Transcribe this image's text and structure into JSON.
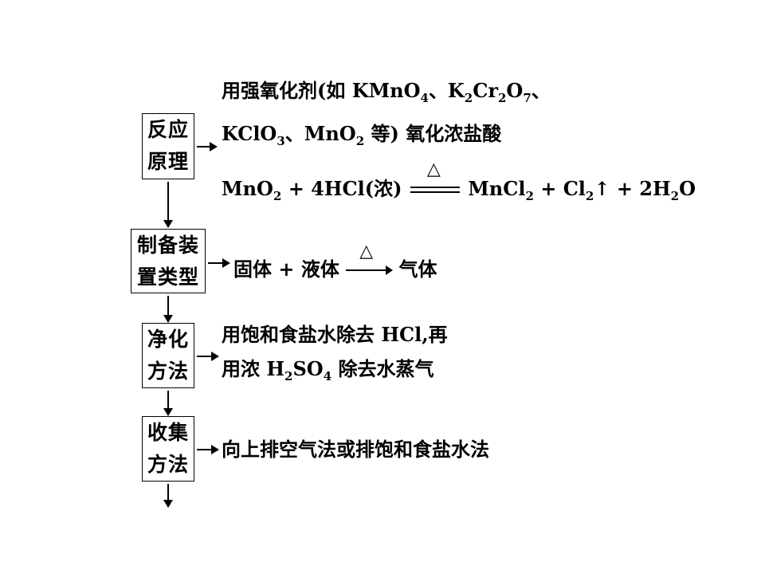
{
  "boxes": {
    "reaction_principle": [
      "反应",
      "原理"
    ],
    "apparatus_type": [
      "制备装",
      "置类型"
    ],
    "purification_method": [
      "净化",
      "方法"
    ],
    "collection_method": [
      "收集",
      "方法"
    ]
  },
  "principle": {
    "line1_pre": "用强氧化剂(如 KMnO",
    "line1_sub1": "4",
    "line1_mid1": "、K",
    "line1_sub2": "2",
    "line1_mid2": "Cr",
    "line1_sub3": "2",
    "line1_mid3": "O",
    "line1_sub4": "7",
    "line1_post": "、",
    "line2_pre": "KClO",
    "line2_sub1": "3",
    "line2_mid": "、MnO",
    "line2_sub2": "2",
    "line2_post": " 等) 氧化浓盐酸",
    "eq_lhs": "MnO",
    "eq_lhs_sub": "2",
    "eq_lhs_rest": " + 4HCl(浓)",
    "eq_condition": "△",
    "eq_rhs1": "MnCl",
    "eq_rhs1_sub": "2",
    "eq_rhs2": " + Cl",
    "eq_rhs2_sub": "2",
    "eq_rhs2_arrow": "↑",
    "eq_rhs3": " + 2H",
    "eq_rhs3_sub": "2",
    "eq_rhs3_rest": "O"
  },
  "apparatus": {
    "lhs": "固体 + 液体",
    "condition": "△",
    "rhs": "气体"
  },
  "purification": {
    "line1": "用饱和食盐水除去 HCl,再",
    "line2_pre": "用浓 H",
    "line2_sub1": "2",
    "line2_mid": "SO",
    "line2_sub2": "4",
    "line2_post": " 除去水蒸气"
  },
  "collection": {
    "text": "向上排空气法或排饱和食盐水法"
  }
}
